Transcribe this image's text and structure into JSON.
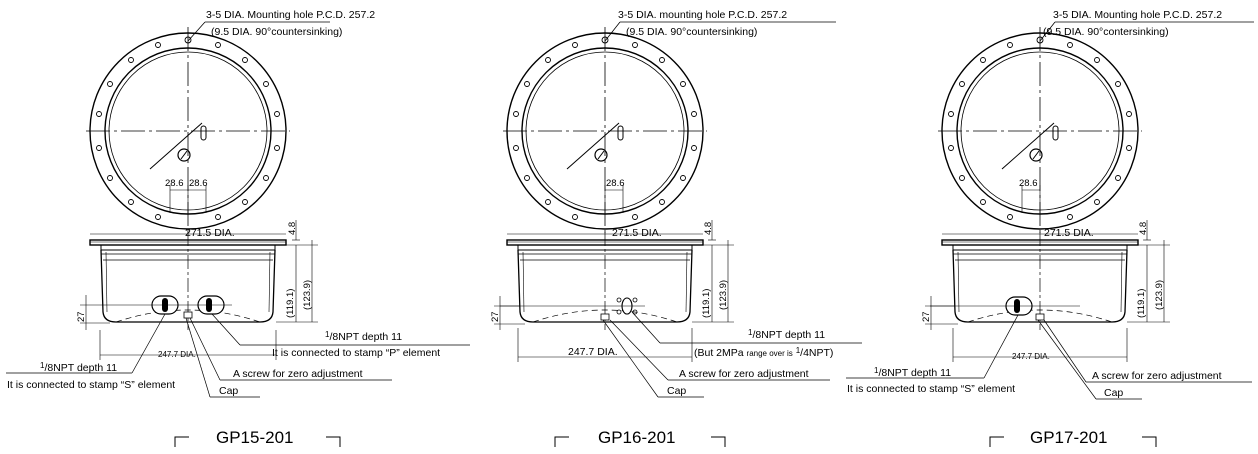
{
  "drawings": [
    {
      "title": "GP15-201",
      "mount_line1": "3-5 DIA. Mounting hole P.C.D.  257.2",
      "mount_line2": "(9.5 DIA.  90°countersinking)",
      "dim_spacing_left": "28.6",
      "dim_spacing_right": "28.6",
      "dim_outer_dia": "271.5 DIA.",
      "dim_flange": "4.8",
      "dim_height_a": "(119.1)",
      "dim_height_b": "(123.9)",
      "dim_depth": "27",
      "dim_body_dia": "247.7 DIA.",
      "port_right_a": "NPT depth 11",
      "port_right_b": "It is connected to stamp “P” element",
      "port_left_a": "NPT depth 11",
      "port_left_b": "It is connected to stamp “S” element",
      "zero_label": "A screw for zero adjustment",
      "cap_label": "Cap"
    },
    {
      "title": "GP16-201",
      "mount_line1": "3-5 DIA.  mounting hole  P.C.D.  257.2",
      "mount_line2": "(9.5 DIA.  90°countersinking)",
      "dim_spacing": "28.6",
      "dim_outer_dia": "271.5 DIA.",
      "dim_flange": "4.8",
      "dim_height_a": "(119.1)",
      "dim_height_b": "(123.9)",
      "dim_depth": "27",
      "dim_body_dia": "247.7 DIA.",
      "port_right_a": "NPT depth 11",
      "port_right_b1": "(But 2MPa",
      "port_right_b2": "range over is",
      "port_right_b3": "/4NPT)",
      "zero_label": "A screw for zero adjustment",
      "cap_label": "Cap"
    },
    {
      "title": "GP17-201",
      "mount_line1": "3-5 DIA. Mounting hole P.C.D.  257.2",
      "mount_line2": "(9.5 DIA.  90°contersinking)",
      "dim_spacing": "28.6",
      "dim_outer_dia": "271.5 DIA.",
      "dim_flange": "4.8",
      "dim_height_a": "(119.1)",
      "dim_height_b": "(123.9)",
      "dim_depth": "27",
      "dim_body_dia": "247.7 DIA.",
      "port_left_a": "NPT depth 11",
      "port_left_b": "It is connected to stamp “S” element",
      "zero_label": "A screw for zero adjustment",
      "cap_label": "Cap"
    }
  ],
  "fraction_num": "1",
  "fraction_den": "/8"
}
